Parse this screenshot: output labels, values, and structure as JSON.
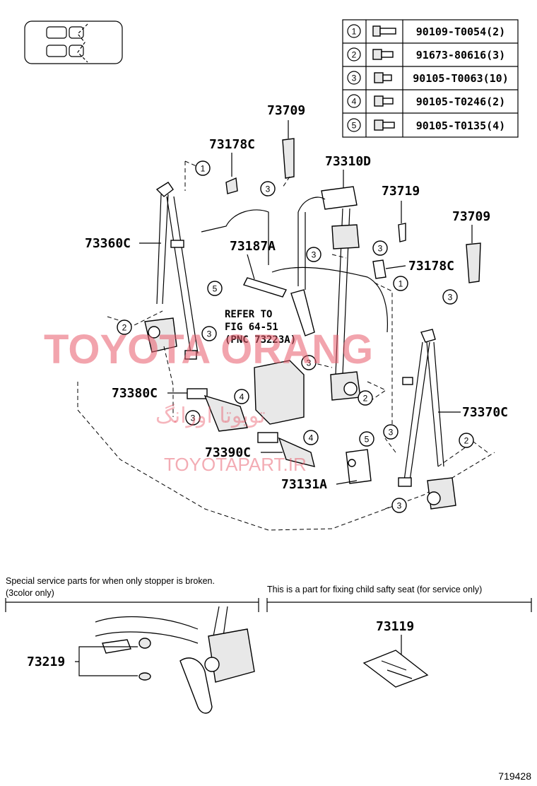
{
  "table": {
    "rows": [
      {
        "num": "1",
        "part": "90109-T0054(2)"
      },
      {
        "num": "2",
        "part": "91673-80616(3)"
      },
      {
        "num": "3",
        "part": "90105-T0063(10)"
      },
      {
        "num": "4",
        "part": "90105-T0246(2)"
      },
      {
        "num": "5",
        "part": "90105-T0135(4)"
      }
    ]
  },
  "parts": {
    "p73709a": "73709",
    "p73178c_a": "73178C",
    "p73310d": "73310D",
    "p73719": "73719",
    "p73709b": "73709",
    "p73360c": "73360C",
    "p73187a": "73187A",
    "p73178c_b": "73178C",
    "p73380c": "73380C",
    "p73370c": "73370C",
    "p73390c": "73390C",
    "p73131a": "73131A",
    "p73219": "73219",
    "p73119": "73119"
  },
  "callouts": {
    "c1a": "1",
    "c1b": "1",
    "c2a": "2",
    "c2b": "2",
    "c2c": "2",
    "c3a": "3",
    "c3b": "3",
    "c3c": "3",
    "c3d": "3",
    "c3e": "3",
    "c3f": "3",
    "c3g": "3",
    "c3h": "3",
    "c4a": "4",
    "c4b": "4",
    "c5a": "5",
    "c5b": "5"
  },
  "reference": {
    "line1": "REFER TO",
    "line2": "FIG 64-51",
    "line3": "(PNC 73223A)"
  },
  "notes": {
    "left_line1": "Special service parts for when only stopper is broken.",
    "left_line2": "(3color only)",
    "right_line1": "This is a part for fixing child safty seat (for service only)"
  },
  "watermark": {
    "main": "TOYOTA ORANG",
    "persian": "تویوتا اورانگ",
    "url": "TOYOTAPART.IR"
  },
  "diagram_code": "719428",
  "colors": {
    "watermark": "#e85a6a",
    "line": "#000000",
    "background": "#ffffff"
  }
}
